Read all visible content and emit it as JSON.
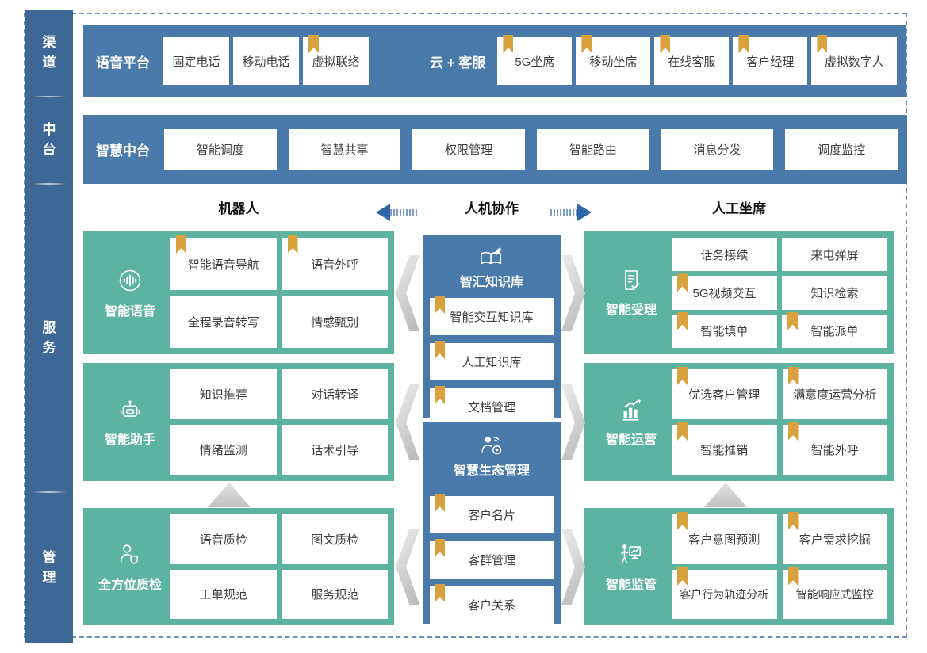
{
  "colors": {
    "panel_blue": "#4a7aa9",
    "sidebar_blue": "#3d6795",
    "service_green": "#5bb3a0",
    "bookmark_gold": "#d8a23f",
    "arrow_blue": "#2f66a8"
  },
  "sidebar": {
    "items": [
      {
        "label": "渠道"
      },
      {
        "label": "中台"
      },
      {
        "label": "服务"
      },
      {
        "label": "管理"
      }
    ]
  },
  "channel": {
    "voice": {
      "title": "语音平台",
      "items": [
        {
          "label": "固定电话",
          "bookmark": false
        },
        {
          "label": "移动电话",
          "bookmark": false
        },
        {
          "label": "虚拟联络",
          "bookmark": true
        }
      ]
    },
    "cloud": {
      "title": "云 + 客服",
      "items": [
        {
          "label": "5G坐席",
          "bookmark": true
        },
        {
          "label": "移动坐席",
          "bookmark": true
        },
        {
          "label": "在线客服",
          "bookmark": true
        },
        {
          "label": "客户经理",
          "bookmark": true
        },
        {
          "label": "虚拟数字人",
          "bookmark": true
        }
      ]
    }
  },
  "midplatform": {
    "title": "智慧中台",
    "items": [
      {
        "label": "智能调度"
      },
      {
        "label": "智慧共享"
      },
      {
        "label": "权限管理"
      },
      {
        "label": "智能路由"
      },
      {
        "label": "消息分发"
      },
      {
        "label": "调度监控"
      }
    ]
  },
  "headers": {
    "left": "机器人",
    "center": "人机协作",
    "right": "人工坐席"
  },
  "service": {
    "left": [
      {
        "icon": "voice-wave-icon",
        "title": "智能语音",
        "items": [
          {
            "label": "智能语音导航",
            "bookmark": true
          },
          {
            "label": "语音外呼",
            "bookmark": true
          },
          {
            "label": "全程录音转写",
            "bookmark": false
          },
          {
            "label": "情感甄别",
            "bookmark": false
          }
        ]
      },
      {
        "icon": "robot-icon",
        "title": "智能助手",
        "items": [
          {
            "label": "知识推荐",
            "bookmark": false
          },
          {
            "label": "对话转译",
            "bookmark": false
          },
          {
            "label": "情绪监测",
            "bookmark": false
          },
          {
            "label": "话术引导",
            "bookmark": false
          }
        ]
      },
      {
        "icon": "inspector-icon",
        "title": "全方位质检",
        "items": [
          {
            "label": "语音质检",
            "bookmark": false
          },
          {
            "label": "图文质检",
            "bookmark": false
          },
          {
            "label": "工单规范",
            "bookmark": false
          },
          {
            "label": "服务规范",
            "bookmark": false
          }
        ]
      }
    ],
    "middle": [
      {
        "icon": "knowledge-book-icon",
        "title": "智汇知识库",
        "items": [
          {
            "label": "智能交互知识库",
            "bookmark": true
          },
          {
            "label": "人工知识库",
            "bookmark": true
          },
          {
            "label": "文档管理",
            "bookmark": true
          }
        ]
      },
      {
        "icon": "eco-person-icon",
        "title": "智慧生态管理",
        "items": [
          {
            "label": "客户名片",
            "bookmark": true
          },
          {
            "label": "客群管理",
            "bookmark": true
          },
          {
            "label": "客户关系",
            "bookmark": true
          }
        ]
      }
    ],
    "right": [
      {
        "icon": "doc-check-icon",
        "title": "智能受理",
        "items": [
          {
            "label": "话务接续",
            "bookmark": false
          },
          {
            "label": "来电弹屏",
            "bookmark": false
          },
          {
            "label": "5G视频交互",
            "bookmark": true
          },
          {
            "label": "知识检索",
            "bookmark": false
          },
          {
            "label": "智能填单",
            "bookmark": true
          },
          {
            "label": "智能派单",
            "bookmark": true
          }
        ]
      },
      {
        "icon": "trend-chart-icon",
        "title": "智能运营",
        "items": [
          {
            "label": "优选客户管理",
            "bookmark": true
          },
          {
            "label": "满意度运营分析",
            "bookmark": true
          },
          {
            "label": "智能推销",
            "bookmark": true
          },
          {
            "label": "智能外呼",
            "bookmark": true
          }
        ]
      },
      {
        "icon": "presenter-board-icon",
        "title": "智能监管",
        "items": [
          {
            "label": "客户意图预测",
            "bookmark": true
          },
          {
            "label": "客户需求挖掘",
            "bookmark": true
          },
          {
            "label": "客户行为轨迹分析",
            "bookmark": true
          },
          {
            "label": "智能响应式监控",
            "bookmark": true
          }
        ]
      }
    ]
  }
}
